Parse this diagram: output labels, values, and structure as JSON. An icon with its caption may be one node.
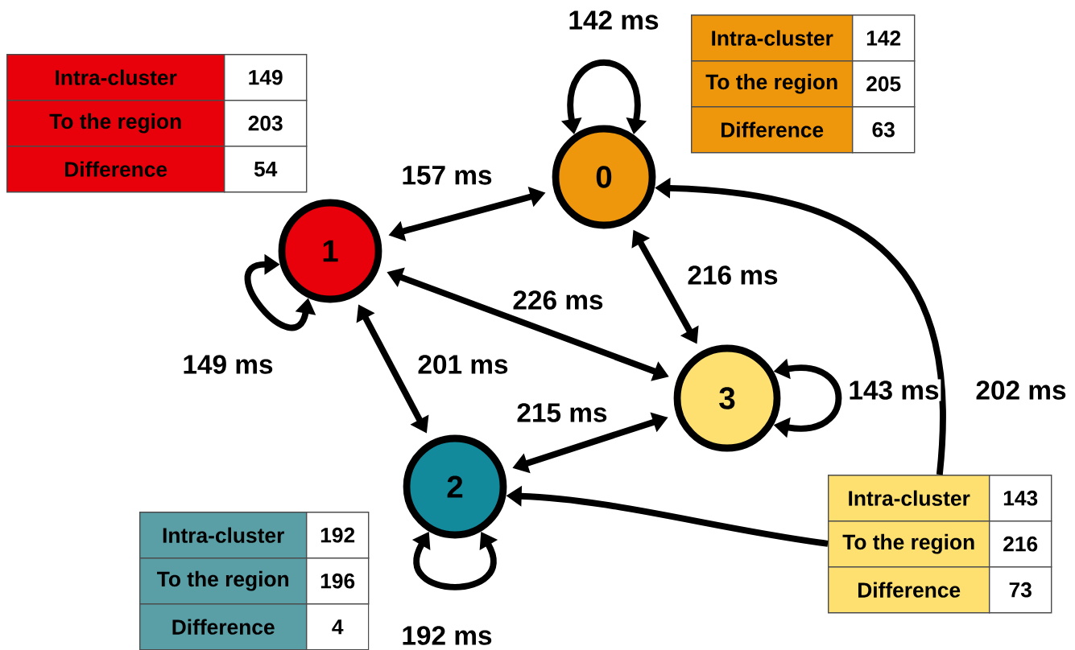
{
  "diagram": {
    "nodes": [
      {
        "text": [
          "0"
        ]
      },
      {
        "text": [
          "1"
        ]
      },
      {
        "text": [
          "2"
        ]
      },
      {
        "text": [
          "3"
        ]
      },
      {
        "text": [
          "Intra-cluster",
          "149",
          "To the region",
          "203",
          "Difference",
          "54"
        ]
      },
      {
        "text": [
          "Intra-cluster",
          "142",
          "To the region",
          "205",
          "Difference",
          "63"
        ]
      },
      {
        "text": [
          "Intra-cluster",
          "192",
          "To the region",
          "196",
          "Difference",
          "4"
        ]
      },
      {
        "text": [
          "Intra-cluster",
          "143",
          "To the region",
          "216",
          "Difference",
          "73"
        ]
      }
    ],
    "edges": [
      {
        "from": 1,
        "to": 0,
        "arrow": "both",
        "label": "157 ms"
      },
      {
        "from": 0,
        "to": 0,
        "arrow": "both",
        "label": "142 ms"
      },
      {
        "from": 1,
        "to": 1,
        "arrow": "both",
        "label": "149 ms"
      },
      {
        "from": 0,
        "to": 3,
        "arrow": "both",
        "label": "216 ms"
      },
      {
        "from": 1,
        "to": 3,
        "arrow": "both",
        "label": "226 ms"
      },
      {
        "from": 1,
        "to": 2,
        "arrow": "both",
        "label": "201 ms"
      },
      {
        "from": 3,
        "to": 2,
        "arrow": "both",
        "label": "215 ms"
      },
      {
        "from": 3,
        "to": 3,
        "arrow": "both",
        "label": "143 ms"
      },
      {
        "from": 2,
        "to": 2,
        "arrow": "both",
        "label": "192 ms"
      },
      {
        "from": 7,
        "to": 0,
        "arrow": "to",
        "label": "202 ms"
      },
      {
        "from": 7,
        "to": 2,
        "arrow": "to"
      }
    ]
  }
}
